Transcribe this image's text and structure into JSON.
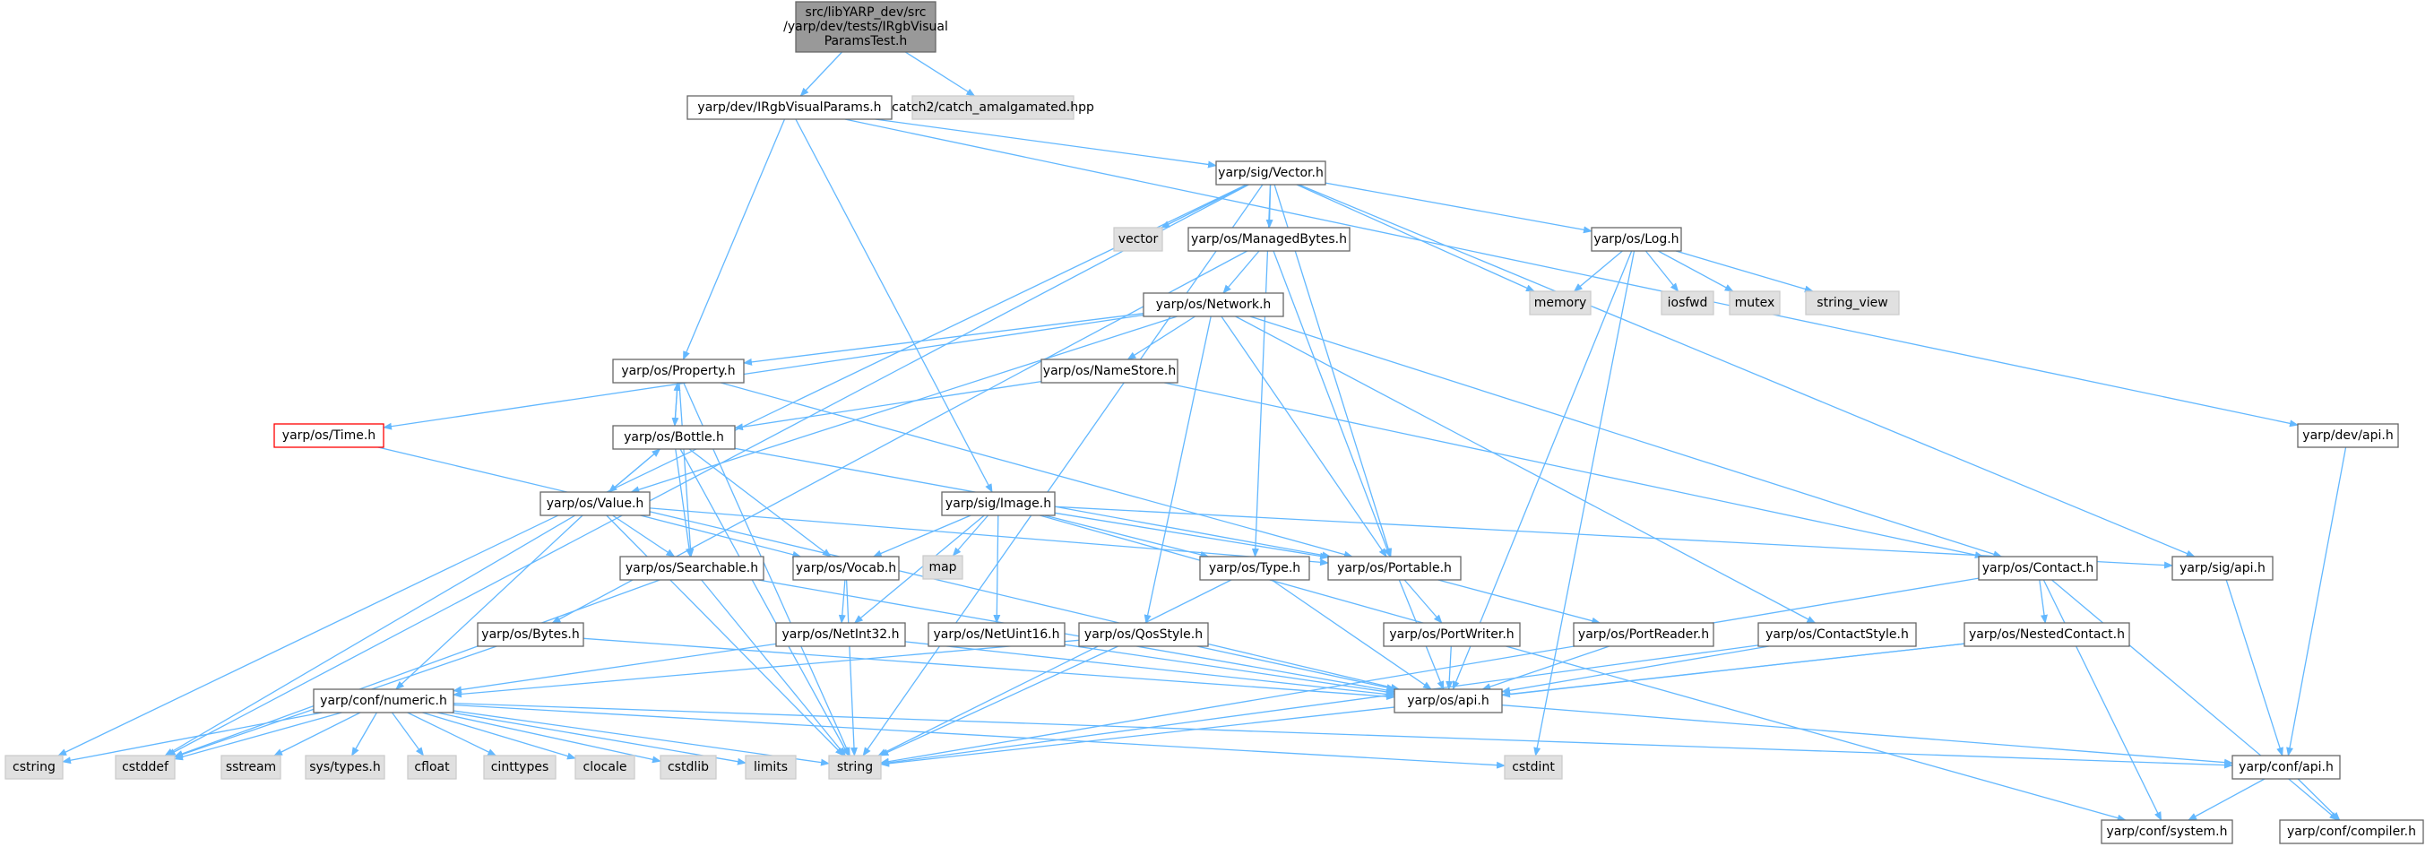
{
  "colors": {
    "edge": "#63b8ff",
    "root_fill": "#999999",
    "root_stroke": "#666666",
    "node_fill": "#ffffff",
    "node_stroke": "#666666",
    "system_fill": "#e0e0e0",
    "system_stroke": "#cccccc",
    "red_stroke": "#ff0000"
  },
  "nodes": [
    {
      "id": "root",
      "lines": [
        "src/libYARP_dev/src",
        "/yarp/dev/tests/IRgbVisual",
        "ParamsTest.h"
      ],
      "style": "root"
    },
    {
      "id": "irgb",
      "lines": [
        "yarp/dev/IRgbVisualParams.h"
      ],
      "style": "normal"
    },
    {
      "id": "catch",
      "lines": [
        "catch2/catch_amalgamated.hpp"
      ],
      "style": "system"
    },
    {
      "id": "vector_h",
      "lines": [
        "yarp/sig/Vector.h"
      ],
      "style": "normal"
    },
    {
      "id": "vector",
      "lines": [
        "vector"
      ],
      "style": "system"
    },
    {
      "id": "managed",
      "lines": [
        "yarp/os/ManagedBytes.h"
      ],
      "style": "normal"
    },
    {
      "id": "log",
      "lines": [
        "yarp/os/Log.h"
      ],
      "style": "normal"
    },
    {
      "id": "memory",
      "lines": [
        "memory"
      ],
      "style": "system"
    },
    {
      "id": "iosfwd",
      "lines": [
        "iosfwd"
      ],
      "style": "system"
    },
    {
      "id": "mutex",
      "lines": [
        "mutex"
      ],
      "style": "system"
    },
    {
      "id": "string_view",
      "lines": [
        "string_view"
      ],
      "style": "system"
    },
    {
      "id": "network",
      "lines": [
        "yarp/os/Network.h"
      ],
      "style": "normal"
    },
    {
      "id": "property",
      "lines": [
        "yarp/os/Property.h"
      ],
      "style": "normal"
    },
    {
      "id": "namestore",
      "lines": [
        "yarp/os/NameStore.h"
      ],
      "style": "normal"
    },
    {
      "id": "time",
      "lines": [
        "yarp/os/Time.h"
      ],
      "style": "red"
    },
    {
      "id": "bottle",
      "lines": [
        "yarp/os/Bottle.h"
      ],
      "style": "normal"
    },
    {
      "id": "devapi",
      "lines": [
        "yarp/dev/api.h"
      ],
      "style": "normal"
    },
    {
      "id": "value",
      "lines": [
        "yarp/os/Value.h"
      ],
      "style": "normal"
    },
    {
      "id": "image",
      "lines": [
        "yarp/sig/Image.h"
      ],
      "style": "normal"
    },
    {
      "id": "map",
      "lines": [
        "map"
      ],
      "style": "system"
    },
    {
      "id": "searchable",
      "lines": [
        "yarp/os/Searchable.h"
      ],
      "style": "normal"
    },
    {
      "id": "vocab",
      "lines": [
        "yarp/os/Vocab.h"
      ],
      "style": "normal"
    },
    {
      "id": "type",
      "lines": [
        "yarp/os/Type.h"
      ],
      "style": "normal"
    },
    {
      "id": "portable",
      "lines": [
        "yarp/os/Portable.h"
      ],
      "style": "normal"
    },
    {
      "id": "contact",
      "lines": [
        "yarp/os/Contact.h"
      ],
      "style": "normal"
    },
    {
      "id": "sigapi",
      "lines": [
        "yarp/sig/api.h"
      ],
      "style": "normal"
    },
    {
      "id": "bytes",
      "lines": [
        "yarp/os/Bytes.h"
      ],
      "style": "normal"
    },
    {
      "id": "netint32",
      "lines": [
        "yarp/os/NetInt32.h"
      ],
      "style": "normal"
    },
    {
      "id": "netuint16",
      "lines": [
        "yarp/os/NetUint16.h"
      ],
      "style": "normal"
    },
    {
      "id": "qosstyle",
      "lines": [
        "yarp/os/QosStyle.h"
      ],
      "style": "normal"
    },
    {
      "id": "portwriter",
      "lines": [
        "yarp/os/PortWriter.h"
      ],
      "style": "normal"
    },
    {
      "id": "portreader",
      "lines": [
        "yarp/os/PortReader.h"
      ],
      "style": "normal"
    },
    {
      "id": "contactstyle",
      "lines": [
        "yarp/os/ContactStyle.h"
      ],
      "style": "normal"
    },
    {
      "id": "nestedcontact",
      "lines": [
        "yarp/os/NestedContact.h"
      ],
      "style": "normal"
    },
    {
      "id": "numeric",
      "lines": [
        "yarp/conf/numeric.h"
      ],
      "style": "normal"
    },
    {
      "id": "osapi",
      "lines": [
        "yarp/os/api.h"
      ],
      "style": "normal"
    },
    {
      "id": "cstring",
      "lines": [
        "cstring"
      ],
      "style": "system"
    },
    {
      "id": "cstddef",
      "lines": [
        "cstddef"
      ],
      "style": "system"
    },
    {
      "id": "sstream",
      "lines": [
        "sstream"
      ],
      "style": "system"
    },
    {
      "id": "systypes",
      "lines": [
        "sys/types.h"
      ],
      "style": "system"
    },
    {
      "id": "cfloat",
      "lines": [
        "cfloat"
      ],
      "style": "system"
    },
    {
      "id": "cinttypes",
      "lines": [
        "cinttypes"
      ],
      "style": "system"
    },
    {
      "id": "clocale",
      "lines": [
        "clocale"
      ],
      "style": "system"
    },
    {
      "id": "cstdlib",
      "lines": [
        "cstdlib"
      ],
      "style": "system"
    },
    {
      "id": "limits",
      "lines": [
        "limits"
      ],
      "style": "system"
    },
    {
      "id": "string",
      "lines": [
        "string"
      ],
      "style": "system"
    },
    {
      "id": "cstdint",
      "lines": [
        "cstdint"
      ],
      "style": "system"
    },
    {
      "id": "confapi",
      "lines": [
        "yarp/conf/api.h"
      ],
      "style": "normal"
    },
    {
      "id": "system",
      "lines": [
        "yarp/conf/system.h"
      ],
      "style": "normal"
    },
    {
      "id": "compiler",
      "lines": [
        "yarp/conf/compiler.h"
      ],
      "style": "normal"
    }
  ],
  "edges": [
    [
      "root",
      "irgb"
    ],
    [
      "root",
      "catch"
    ],
    [
      "irgb",
      "vector_h"
    ],
    [
      "irgb",
      "property"
    ],
    [
      "irgb",
      "image"
    ],
    [
      "irgb",
      "devapi"
    ],
    [
      "vector_h",
      "vector"
    ],
    [
      "vector_h",
      "managed"
    ],
    [
      "vector_h",
      "log"
    ],
    [
      "vector_h",
      "memory"
    ],
    [
      "vector_h",
      "type"
    ],
    [
      "vector_h",
      "portable"
    ],
    [
      "vector_h",
      "sigapi"
    ],
    [
      "vector_h",
      "cstring"
    ],
    [
      "vector_h",
      "cstddef"
    ],
    [
      "vector_h",
      "string"
    ],
    [
      "managed",
      "network"
    ],
    [
      "managed",
      "portable"
    ],
    [
      "managed",
      "bytes"
    ],
    [
      "log",
      "memory"
    ],
    [
      "log",
      "iosfwd"
    ],
    [
      "log",
      "mutex"
    ],
    [
      "log",
      "string_view"
    ],
    [
      "log",
      "osapi"
    ],
    [
      "log",
      "cstdint"
    ],
    [
      "network",
      "property"
    ],
    [
      "network",
      "namestore"
    ],
    [
      "network",
      "time"
    ],
    [
      "network",
      "value"
    ],
    [
      "network",
      "portable"
    ],
    [
      "network",
      "contact"
    ],
    [
      "network",
      "contactstyle"
    ],
    [
      "network",
      "qosstyle"
    ],
    [
      "property",
      "bottle"
    ],
    [
      "property",
      "searchable"
    ],
    [
      "property",
      "portable"
    ],
    [
      "property",
      "string"
    ],
    [
      "namestore",
      "bottle"
    ],
    [
      "namestore",
      "contact"
    ],
    [
      "time",
      "osapi"
    ],
    [
      "bottle",
      "property"
    ],
    [
      "bottle",
      "value"
    ],
    [
      "bottle",
      "searchable"
    ],
    [
      "bottle",
      "vocab"
    ],
    [
      "bottle",
      "portable"
    ],
    [
      "bottle",
      "string"
    ],
    [
      "value",
      "bottle"
    ],
    [
      "value",
      "searchable"
    ],
    [
      "value",
      "vocab"
    ],
    [
      "value",
      "portable"
    ],
    [
      "value",
      "numeric"
    ],
    [
      "value",
      "string"
    ],
    [
      "value",
      "cstddef"
    ],
    [
      "image",
      "vocab"
    ],
    [
      "image",
      "map"
    ],
    [
      "image",
      "type"
    ],
    [
      "image",
      "portable"
    ],
    [
      "image",
      "netint32"
    ],
    [
      "image",
      "netuint16"
    ],
    [
      "image",
      "sigapi"
    ],
    [
      "image",
      "system"
    ],
    [
      "searchable",
      "osapi"
    ],
    [
      "searchable",
      "string"
    ],
    [
      "searchable",
      "cstddef"
    ],
    [
      "vocab",
      "netint32"
    ],
    [
      "vocab",
      "string"
    ],
    [
      "type",
      "osapi"
    ],
    [
      "type",
      "string"
    ],
    [
      "portable",
      "portwriter"
    ],
    [
      "portable",
      "portreader"
    ],
    [
      "portable",
      "osapi"
    ],
    [
      "contact",
      "nestedcontact"
    ],
    [
      "contact",
      "string"
    ],
    [
      "contact",
      "system"
    ],
    [
      "contact",
      "compiler"
    ],
    [
      "sigapi",
      "confapi"
    ],
    [
      "devapi",
      "confapi"
    ],
    [
      "bytes",
      "osapi"
    ],
    [
      "bytes",
      "cstddef"
    ],
    [
      "netint32",
      "osapi"
    ],
    [
      "netint32",
      "numeric"
    ],
    [
      "netuint16",
      "osapi"
    ],
    [
      "qosstyle",
      "osapi"
    ],
    [
      "qosstyle",
      "numeric"
    ],
    [
      "qosstyle",
      "string"
    ],
    [
      "portwriter",
      "osapi"
    ],
    [
      "portreader",
      "osapi"
    ],
    [
      "contactstyle",
      "osapi"
    ],
    [
      "contactstyle",
      "string"
    ],
    [
      "nestedcontact",
      "osapi"
    ],
    [
      "nestedcontact",
      "string"
    ],
    [
      "numeric",
      "cstring"
    ],
    [
      "numeric",
      "cstddef"
    ],
    [
      "numeric",
      "sstream"
    ],
    [
      "numeric",
      "systypes"
    ],
    [
      "numeric",
      "cfloat"
    ],
    [
      "numeric",
      "cinttypes"
    ],
    [
      "numeric",
      "clocale"
    ],
    [
      "numeric",
      "cstdlib"
    ],
    [
      "numeric",
      "limits"
    ],
    [
      "numeric",
      "string"
    ],
    [
      "numeric",
      "cstdint"
    ],
    [
      "numeric",
      "confapi"
    ],
    [
      "osapi",
      "confapi"
    ],
    [
      "confapi",
      "system"
    ],
    [
      "confapi",
      "compiler"
    ]
  ]
}
